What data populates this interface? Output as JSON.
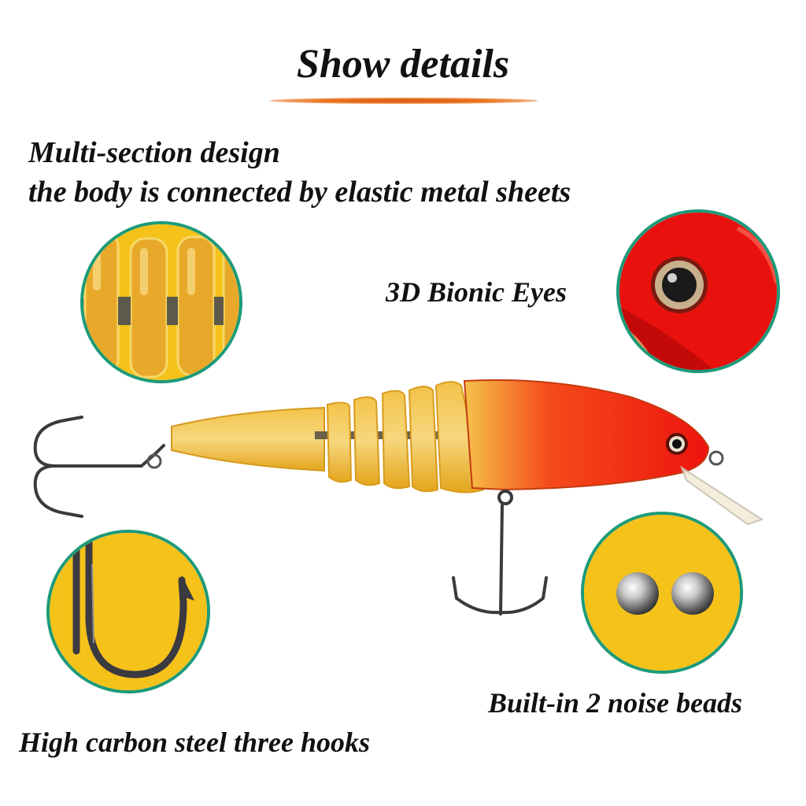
{
  "header": {
    "title": "Show details"
  },
  "features": {
    "multi_section_line1": "Multi-section design",
    "multi_section_line2": "the body is connected by elastic metal sheets",
    "eyes": "3D Bionic Eyes",
    "beads": "Built-in 2 noise beads",
    "hooks": "High carbon steel three hooks"
  },
  "colors": {
    "accent_ring": "#1c9a7a",
    "lure_body": "#f2b824",
    "lure_head": "#f01c10",
    "title_underline": "#e8741e"
  },
  "icons": {
    "body_detail": "segmented-body-image",
    "eye_detail": "bionic-eye-image",
    "hook_detail": "treble-hook-image",
    "bead_detail": "noise-beads-image",
    "product": "fishing-lure-image"
  }
}
